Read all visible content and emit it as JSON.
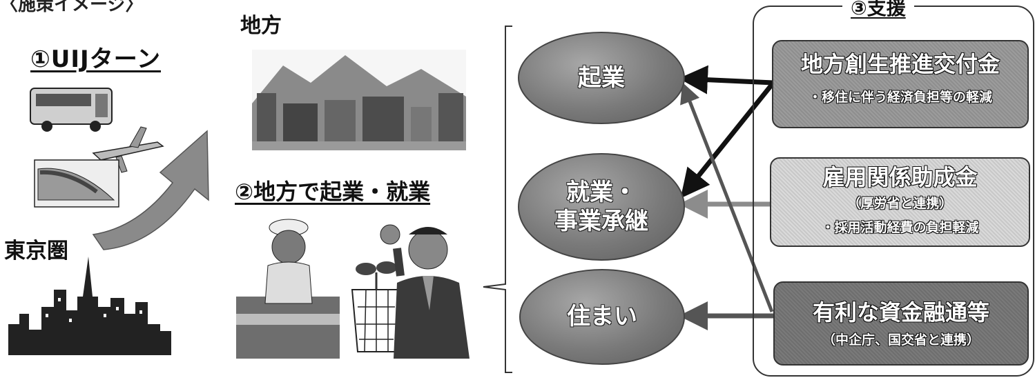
{
  "headings": {
    "top_partial": "〈施策イメージ〉",
    "uij_turn": "①UIJターン",
    "region": "地方",
    "region_start": "②地方で起業・就業",
    "tokyo": "東京圏",
    "support": "③支援"
  },
  "ovals": [
    {
      "label": "起業"
    },
    {
      "label_line1": "就業・",
      "label_line2": "事業承継"
    },
    {
      "label": "住まい"
    }
  ],
  "support_boxes": [
    {
      "title": "地方創生推進交付金",
      "sub": "・移住に伴う経済負担等の軽減"
    },
    {
      "title": "雇用関係助成金",
      "note": "（厚労省と連携）",
      "sub": "・採用活動経費の負担軽減"
    },
    {
      "title": "有利な資金融通等",
      "note": "（中企庁、国交省と連携）"
    }
  ],
  "icons": [
    "bus-icon",
    "airplane-icon",
    "bullet-train-icon",
    "up-arrow-icon",
    "mountain-town-icon",
    "tokyo-skyline-icon",
    "chef-icon",
    "sprout-pot-icon",
    "businessman-icon"
  ],
  "colors": {
    "oval_fill": "#7a7a7a",
    "arrow_dark": "#111111",
    "arrow_mid": "#666666",
    "arrow_light": "#9a9a9a"
  }
}
